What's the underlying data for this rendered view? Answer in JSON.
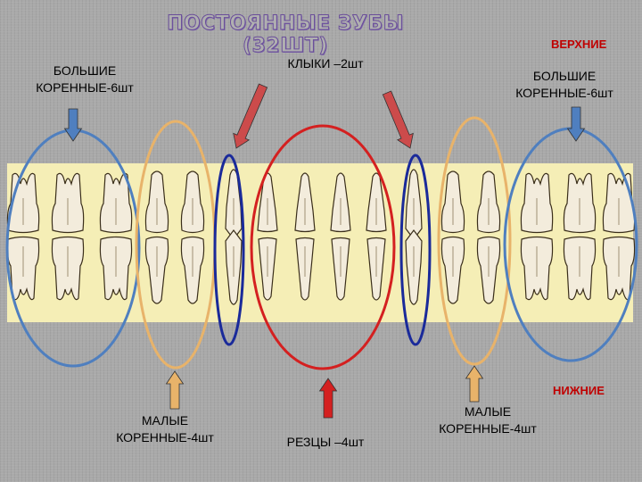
{
  "title": "ПОСТОЯННЫЕ ЗУБЫ (32ШТ)",
  "labels": {
    "upper": "ВЕРХНИЕ",
    "lower": "НИЖНИЕ",
    "molars_left": [
      "БОЛЬШИЕ",
      "КОРЕННЫЕ-6шт"
    ],
    "molars_right": [
      "БОЛЬШИЕ",
      "КОРЕННЫЕ-6шт"
    ],
    "canines": "КЛЫКИ –2шт",
    "premolars_left": [
      "МАЛЫЕ",
      "КОРЕННЫЕ-4шт"
    ],
    "premolars_right": [
      "МАЛЫЕ",
      "КОРЕННЫЕ-4шт"
    ],
    "incisors": "РЕЗЦЫ –4шт"
  },
  "colors": {
    "molars": "#4f7fbf",
    "premolars": "#e8b36a",
    "canines": "#1a2a9a",
    "incisors": "#d42020",
    "tooth_fill": "#f3ecdc",
    "tooth_outline": "#3a2e1a",
    "strip": "#f5eeb6"
  }
}
